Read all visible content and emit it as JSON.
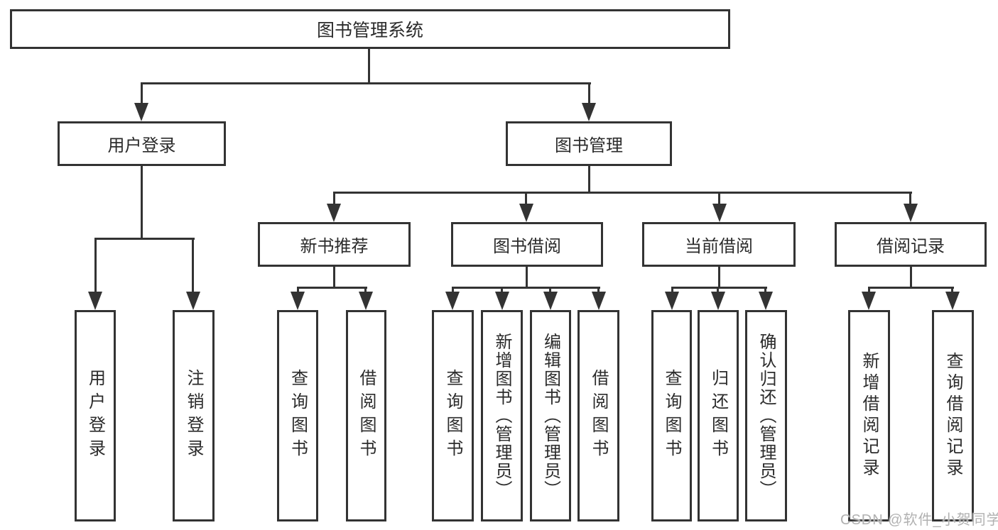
{
  "diagram": {
    "root": {
      "label": "图书管理系统"
    },
    "children": [
      {
        "label": "用户登录",
        "children": [
          {
            "label": "用户登录"
          },
          {
            "label": "注销登录"
          }
        ]
      },
      {
        "label": "图书管理",
        "children": [
          {
            "label": "新书推荐",
            "children": [
              {
                "label": "查询图书"
              },
              {
                "label": "借阅图书"
              }
            ]
          },
          {
            "label": "图书借阅",
            "children": [
              {
                "label": "查询图书"
              },
              {
                "label": "新增图书（管理员）"
              },
              {
                "label": "编辑图书（管理员）"
              },
              {
                "label": "借阅图书"
              }
            ]
          },
          {
            "label": "当前借阅",
            "children": [
              {
                "label": "查询图书"
              },
              {
                "label": "归还图书"
              },
              {
                "label": "确认归还（管理员）"
              }
            ]
          },
          {
            "label": "借阅记录",
            "children": [
              {
                "label": "新增借阅记录"
              },
              {
                "label": "查询借阅记录"
              }
            ]
          }
        ]
      }
    ]
  },
  "watermark": {
    "text": "CSDN @软件_小贺同学"
  },
  "colors": {
    "line": "#333333",
    "text": "#2b2b2b",
    "box_background": "#ffffff",
    "watermark": "#b1b1b1"
  }
}
